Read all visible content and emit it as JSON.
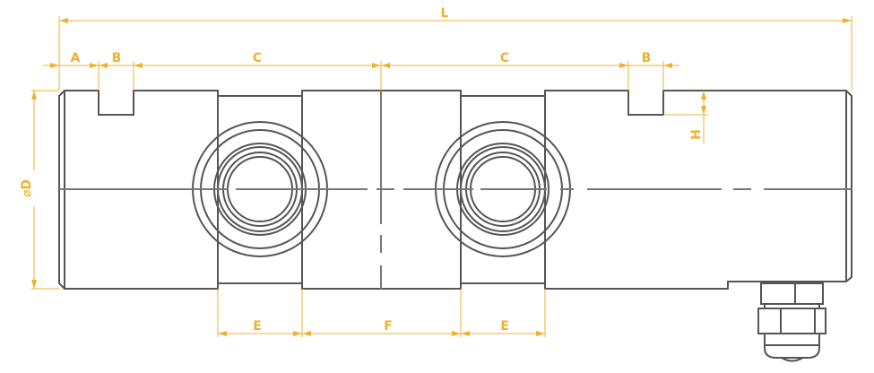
{
  "drawing": {
    "title": "Shear beam load cell dimension drawing",
    "colors": {
      "outline": "#555555",
      "dimension": "#F0B030"
    },
    "dimensions": {
      "L": "L",
      "A": "A",
      "B_left": "B",
      "C_left": "C",
      "C_right": "C",
      "B_right": "B",
      "D": "⌀D",
      "H": "H",
      "E_left": "E",
      "F": "F",
      "E_right": "E"
    }
  }
}
